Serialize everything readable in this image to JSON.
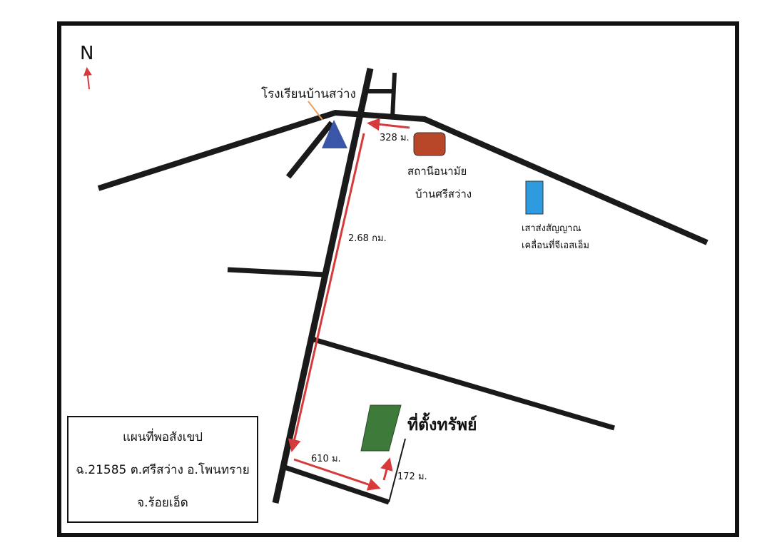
{
  "north": {
    "letter": "N"
  },
  "labels": {
    "school": "โรงเรียนบ้านสว่าง",
    "health_station_line1": "สถานีอนามัย",
    "health_station_line2": "บ้านศรีสว่าง",
    "tower_line1": "เสาส่งสัญญาณ",
    "tower_line2": "เคลื่อนที่จีเอสเอ็ม",
    "asset": "ที่ตั้งทรัพย์"
  },
  "distances": {
    "to_school": "328 ม.",
    "main_road": "2.68 กม.",
    "side_road": "610 ม.",
    "to_asset": "172 ม."
  },
  "legend": {
    "title": "แผนที่พอสังเขป",
    "line2": "ฉ.21585 ต.ศรีสว่าง อ.โพนทราย",
    "line3": "จ.ร้อยเอ็ด"
  },
  "colors": {
    "road": "#1a1a1a",
    "route_arrow": "#d63a3a",
    "school_marker": "#3a56a8",
    "health_station": "#b8472a",
    "tower": "#2e9be0",
    "asset_plot": "#3e7a3a",
    "school_pointer": "#e8a060"
  }
}
